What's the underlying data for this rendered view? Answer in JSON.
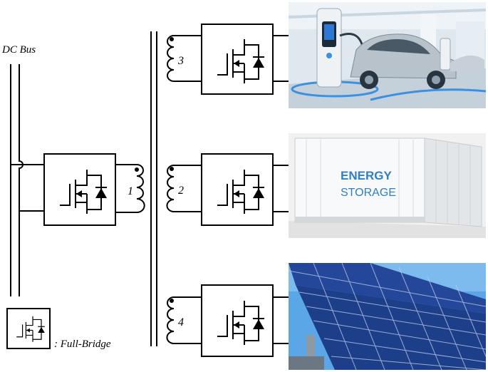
{
  "labels": {
    "dc_bus": "DC  Bus",
    "legend": ": Full-Bridge",
    "winding_primary": "1",
    "winding_storage": "2",
    "winding_ev": "3",
    "winding_pv": "4"
  },
  "images": {
    "ev_charging": {
      "icon": "ev-charging-station-photo"
    },
    "energy_storage": {
      "icon": "battery-container-photo",
      "text_line1": "ENERGY",
      "text_line2": "STORAGE"
    },
    "solar_panels": {
      "icon": "solar-panel-photo"
    }
  },
  "colors": {
    "line": "#000000",
    "storage_text": "#2f7fc1",
    "panel_blue": "#1d3f8a",
    "sky": "#4f9de0"
  }
}
